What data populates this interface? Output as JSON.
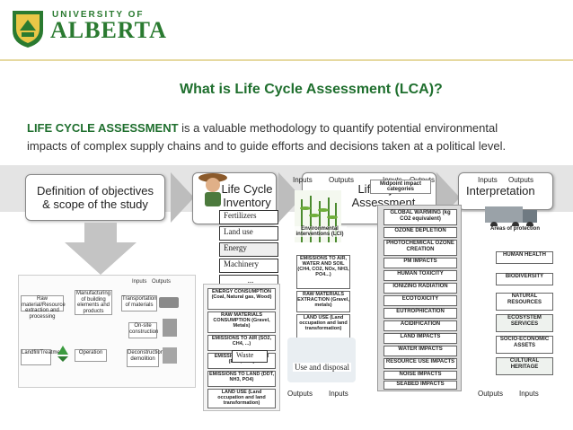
{
  "header": {
    "logo_line1": "UNIVERSITY OF",
    "logo_line2": "ALBERTA"
  },
  "slide": {
    "title": "What is Life Cycle Assessment (LCA)?",
    "intro_strong": "LIFE CYCLE ASSESSMENT",
    "intro_rest_line1": " is a valuable methodology to quantify potential environmental",
    "intro_line2": "impacts of complex supply chains and to guide efforts and decisions taken at a political level."
  },
  "steps": {
    "goal": "Definition of objectives & scope of the study",
    "inventory_line1": "Life Cycle",
    "inventory_line2": "Inventory",
    "impact_line1": "Life Cycle",
    "impact_line2": "Assessment",
    "interpretation": "Interpretation"
  },
  "inventory_inputs": [
    "Fertilizers",
    "Land use",
    "Energy",
    "Machinery",
    "..."
  ],
  "inventory_list": [
    "ENERGY CONSUMPTION (Coal, Natural gas, Wood)",
    "RAW MATERIALS CONSUMPTION (Gravel, Metals)",
    "EMISSIONS TO AIR (SO2, CH4, ...)",
    "EMISSIONS TO WATER (PO4, lead)",
    "EMISSIONS TO LAND (DDT, NH3, PO4)",
    "LAND USE (Land occupation and land transformation)"
  ],
  "inventory_labels": {
    "waste": "Waste",
    "use_disposal": "Use and disposal"
  },
  "assessment_left": [
    "EMISSIONS TO AIR, WATER AND SOIL (CH4, CO2, NOx, NH3, PO4...)",
    "RAW MATERIALS EXTRACTION (Gravel, metals)",
    "LAND USE (Land occupation and land transformation)"
  ],
  "assessment_labels": {
    "env_interventions": "Environmental interventions (LCI)",
    "midpoint": "Midpoint impact categories",
    "areas": "Areas of protection"
  },
  "midpoints": [
    "GLOBAL WARMING (kg CO2 equivalent)",
    "OZONE DEPLETION",
    "PHOTOCHEMICAL OZONE CREATION",
    "PM IMPACTS",
    "HUMAN TOXICITY",
    "IONIZING RADIATION",
    "ECOTOXICITY",
    "EUTROPHICATION",
    "ACIDIFICATION",
    "LAND IMPACTS",
    "WATER IMPACTS",
    "RESOURCE USE IMPACTS",
    "NOISE IMPACTS",
    "SEABED IMPACTS"
  ],
  "areas": [
    "HUMAN HEALTH",
    "BIODIVERSITY",
    "NATURAL RESOURCES",
    "ECOSYSTEM SERVICES",
    "SOCIO-ECONOMIC ASSETS",
    "CULTURAL HERITAGE"
  ],
  "flow_labels": {
    "inputs": "Inputs",
    "outputs": "Outputs"
  },
  "process_diagram": {
    "raw": "Raw material/Resource extraction and processing",
    "manufacturing": "Manufacturing of building elements and products",
    "transport": "Transportation of materials",
    "onsite": "On-site construction",
    "operation": "Operation",
    "decon": "Deconstruction/ demolition",
    "landfill": "Landfill/Treatment"
  }
}
